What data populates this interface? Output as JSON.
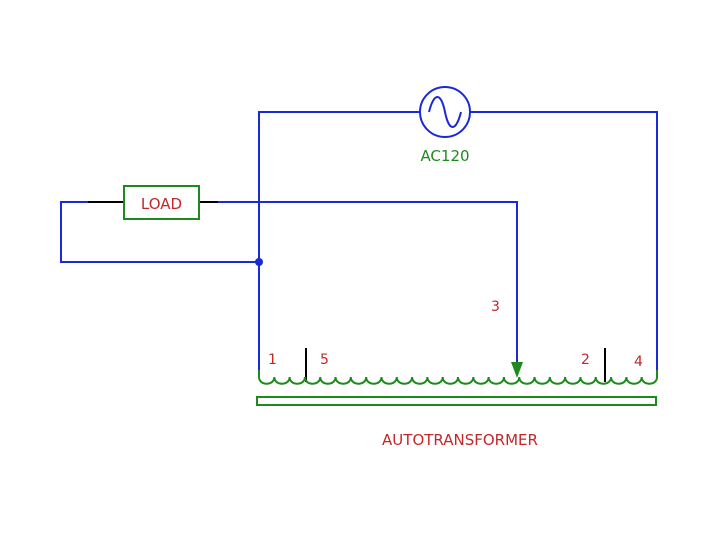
{
  "source": {
    "label": "AC120"
  },
  "load": {
    "label": "LOAD"
  },
  "transformer": {
    "label": "AUTOTRANSFORMER",
    "taps": [
      "1",
      "5",
      "3",
      "2",
      "4"
    ]
  },
  "colors": {
    "wire": "#1a2bd6",
    "component": "#1e8a1e",
    "lead": "#000000",
    "label_red": "#c0282a",
    "label_green": "#1e8a1e"
  }
}
